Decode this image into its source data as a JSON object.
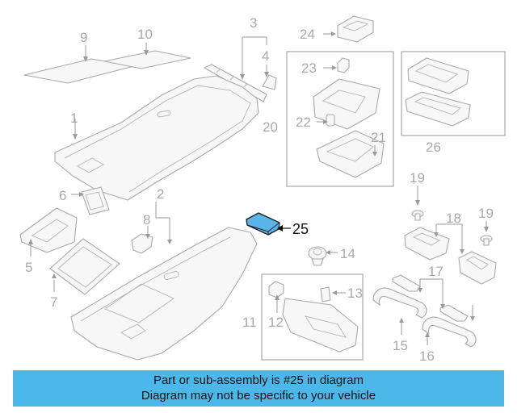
{
  "callouts": {
    "c1": "1",
    "c2": "2",
    "c3": "3",
    "c4": "4",
    "c5": "5",
    "c6": "6",
    "c7": "7",
    "c8": "8",
    "c9": "9",
    "c10": "10",
    "c11": "11",
    "c12": "12",
    "c13": "13",
    "c14": "14",
    "c15": "15",
    "c16": "16",
    "c17": "17",
    "c18": "18",
    "c19a": "19",
    "c19b": "19",
    "c20": "20",
    "c21": "21",
    "c22": "22",
    "c23": "23",
    "c24": "24",
    "c25": "25",
    "c26": "26"
  },
  "highlighted_part": "25",
  "colors": {
    "highlight": "#5ab4e8",
    "banner": "#4cb8ea",
    "line": "#a9a9a9"
  },
  "banner": {
    "line1": "Part or sub-assembly is #25 in diagram",
    "line2": "Diagram may not be specific to your vehicle"
  }
}
